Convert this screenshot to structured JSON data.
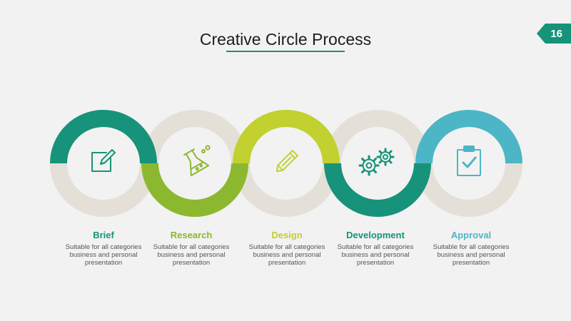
{
  "page": {
    "title": "Creative Circle Process",
    "page_number": "16"
  },
  "colors": {
    "accent": "#16937a",
    "ring_base": "#e5e0d7"
  },
  "steps": [
    {
      "title": "Brief",
      "color": "#16937a",
      "icon": "edit-icon",
      "desc_lines": [
        "Suitable for all categories",
        "business and personal",
        "presentation"
      ]
    },
    {
      "title": "Research",
      "color": "#8cb82f",
      "icon": "flask-icon",
      "desc_lines": [
        "Suitable for all categories",
        "business and personal",
        "presentation"
      ]
    },
    {
      "title": "Design",
      "color": "#c2d030",
      "icon": "pencil-icon",
      "desc_lines": [
        "Suitable for all categories",
        "business and personal",
        "presentation"
      ]
    },
    {
      "title": "Development",
      "color": "#16937a",
      "icon": "gears-icon",
      "desc_lines": [
        "Suitable for all categories",
        "business and personal",
        "presentation"
      ]
    },
    {
      "title": "Approval",
      "color": "#4cb6c7",
      "icon": "clipboard-check-icon",
      "desc_lines": [
        "Suitable for all categories",
        "business and personal",
        "presentation"
      ]
    }
  ]
}
